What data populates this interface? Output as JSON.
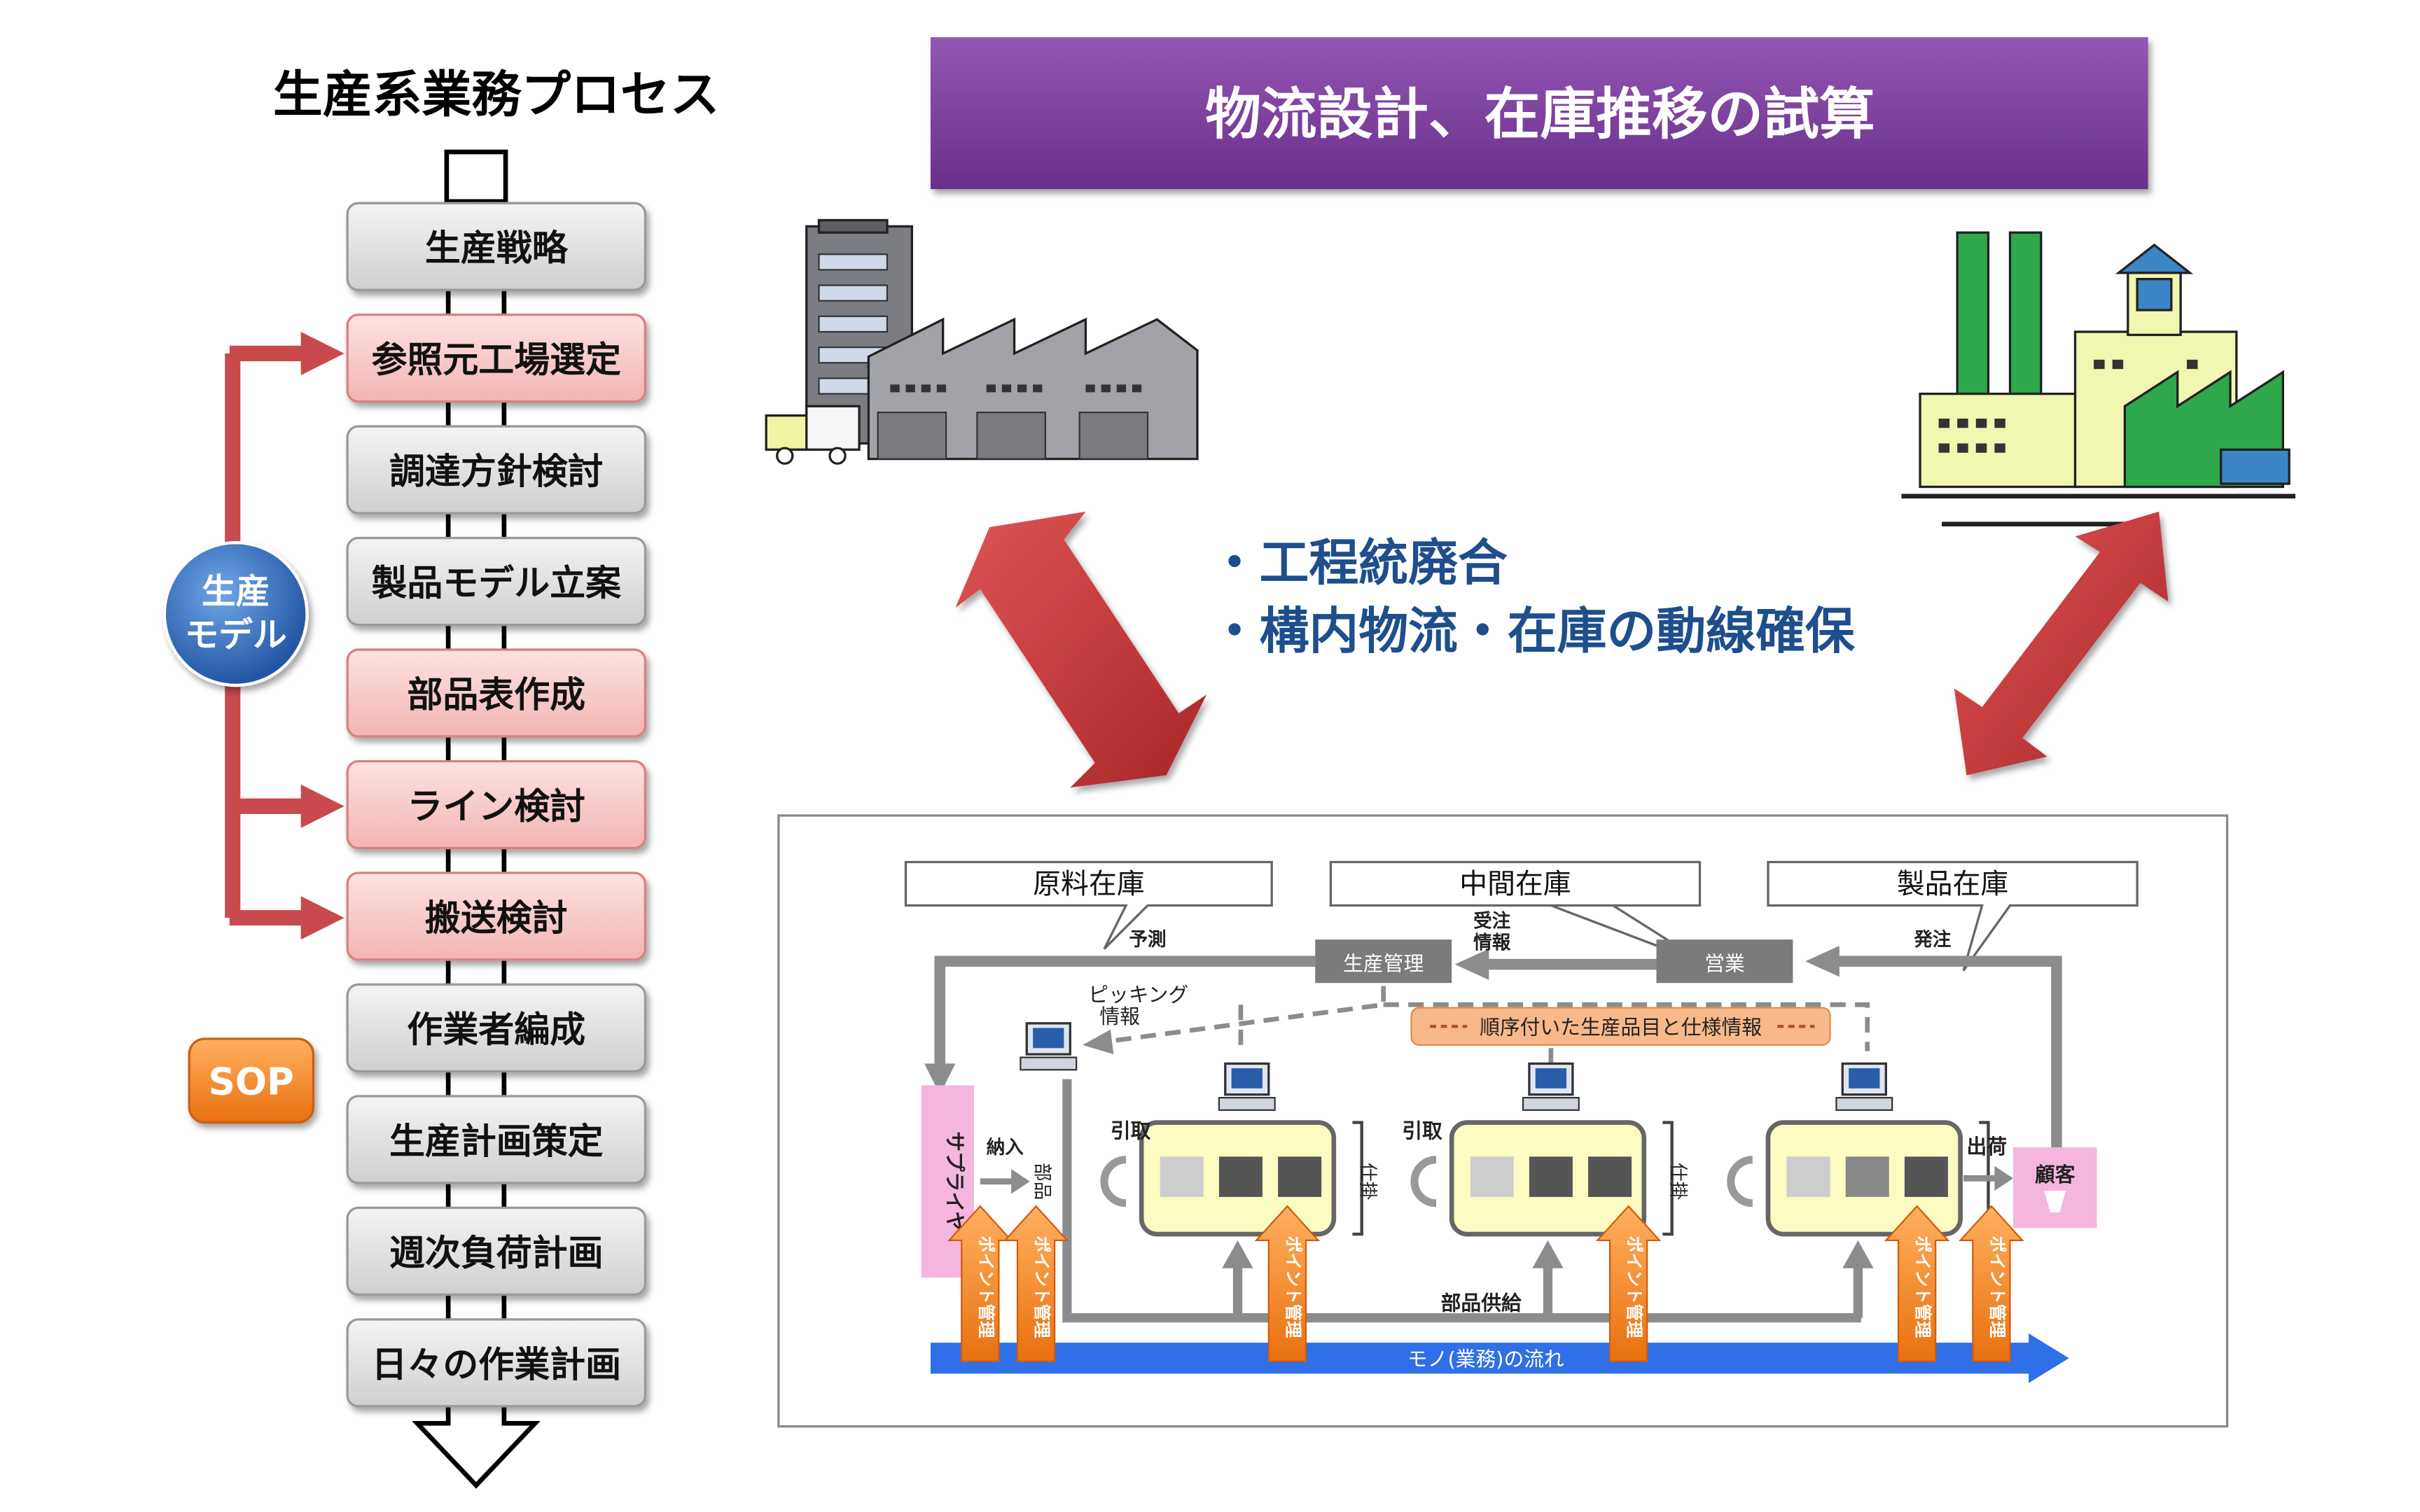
{
  "process": {
    "title": "生産系業務プロセス",
    "steps": [
      {
        "label": "生産戦略",
        "highlight": false
      },
      {
        "label": "参照元工場選定",
        "highlight": true
      },
      {
        "label": "調達方針検討",
        "highlight": false
      },
      {
        "label": "製品モデル立案",
        "highlight": false
      },
      {
        "label": "部品表作成",
        "highlight": true
      },
      {
        "label": "ライン検討",
        "highlight": true
      },
      {
        "label": "搬送検討",
        "highlight": true
      },
      {
        "label": "作業者編成",
        "highlight": false
      },
      {
        "label": "生産計画策定",
        "highlight": false
      },
      {
        "label": "週次負荷計画",
        "highlight": false
      },
      {
        "label": "日々の作業計画",
        "highlight": false
      }
    ],
    "model_badge_line1": "生産",
    "model_badge_line2": "モデル",
    "sop_badge": "SOP"
  },
  "banner": {
    "title": "物流設計、在庫推移の試算"
  },
  "bullets": [
    "・工程統廃合",
    "・構内物流・在庫の動線確保"
  ],
  "flow": {
    "bubbles": [
      "原料在庫",
      "中間在庫",
      "製品在庫"
    ],
    "labels": {
      "forecast": "予測",
      "order_info_1": "受注",
      "order_info_2": "情報",
      "order": "発注",
      "production_mgmt": "生産管理",
      "sales": "営業",
      "picking_1": "ピッキング",
      "picking_2": "情報",
      "sequence_info": "順序付いた生産品目と仕様情報",
      "supplier": "サプライヤ",
      "delivery": "納入",
      "parts": "部品",
      "pull": "引取",
      "wip": "仕掛",
      "shipment": "出荷",
      "customer": "顧客",
      "parts_supply": "部品供給",
      "point_mgmt": "ポイント管理",
      "goods_flow": "モノ(業務)の流れ"
    }
  },
  "colors": {
    "banner_purple": "#7a3c9c",
    "red_arrow": "#c0393b",
    "pink_step": "#f7c6c6",
    "gray_step": "#dedede",
    "orange_arrow": "#f26b1d",
    "blue_flow": "#2f6fe8",
    "factory_green": "#2ea84a"
  }
}
